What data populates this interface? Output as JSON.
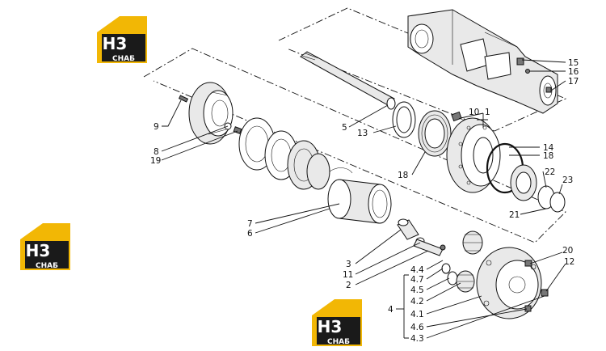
{
  "logos": [
    {
      "main": "H3",
      "sub": "СНАБ"
    },
    {
      "main": "H3",
      "sub": "СНАБ"
    },
    {
      "main": "H3",
      "sub": "СНАБ"
    }
  ],
  "callouts": [
    {
      "id": "15",
      "text": "15"
    },
    {
      "id": "16",
      "text": "16"
    },
    {
      "id": "17",
      "text": "17"
    },
    {
      "id": "10",
      "text": "10"
    },
    {
      "id": "1",
      "text": "1"
    },
    {
      "id": "9",
      "text": "9"
    },
    {
      "id": "5",
      "text": "5"
    },
    {
      "id": "13",
      "text": "13"
    },
    {
      "id": "8",
      "text": "8"
    },
    {
      "id": "19",
      "text": "19"
    },
    {
      "id": "14",
      "text": "14"
    },
    {
      "id": "18a",
      "text": "18"
    },
    {
      "id": "18b",
      "text": "18"
    },
    {
      "id": "22",
      "text": "22"
    },
    {
      "id": "23",
      "text": "23"
    },
    {
      "id": "21",
      "text": "21"
    },
    {
      "id": "7",
      "text": "7"
    },
    {
      "id": "6",
      "text": "6"
    },
    {
      "id": "3",
      "text": "3"
    },
    {
      "id": "11",
      "text": "11"
    },
    {
      "id": "2",
      "text": "2"
    },
    {
      "id": "20",
      "text": "20"
    },
    {
      "id": "12",
      "text": "12"
    },
    {
      "id": "4",
      "text": "4"
    },
    {
      "id": "4.4",
      "text": "4.4"
    },
    {
      "id": "4.7",
      "text": "4.7"
    },
    {
      "id": "4.5",
      "text": "4.5"
    },
    {
      "id": "4.2",
      "text": "4.2"
    },
    {
      "id": "4.1",
      "text": "4.1"
    },
    {
      "id": "4.6",
      "text": "4.6"
    },
    {
      "id": "4.3",
      "text": "4.3"
    }
  ],
  "colors": {
    "logo_yellow": "#f2b705",
    "logo_black": "#1a1a1a",
    "line": "#111111"
  }
}
